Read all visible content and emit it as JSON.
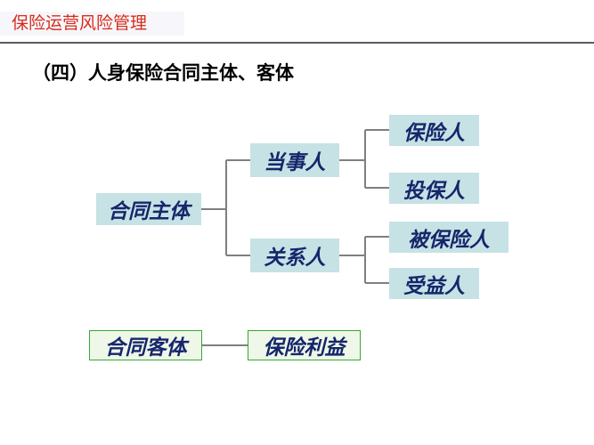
{
  "header": {
    "title": "保险运营风险管理",
    "title_color": "#d92b1c",
    "rule_color": "#595b63"
  },
  "slide": {
    "subtitle": "（四）人身保险合同主体、客体"
  },
  "diagram": {
    "type": "org-chart",
    "node_fill_blue": "#c6e2e4",
    "node_fill_green": "#eef7e8",
    "node_border_green": "#36a832",
    "node_text_color": "#16266b",
    "connector_color": "#7f7f7f",
    "nodes": {
      "root": "合同主体",
      "level1": [
        {
          "label": "当事人"
        },
        {
          "label": "关系人"
        }
      ],
      "level2_party": [
        {
          "label": "保险人"
        },
        {
          "label": "投保人"
        }
      ],
      "level2_relation": [
        {
          "label": "被保险人"
        },
        {
          "label": "受益人"
        }
      ],
      "object_root": "合同客体",
      "object_child": "保险利益"
    }
  }
}
